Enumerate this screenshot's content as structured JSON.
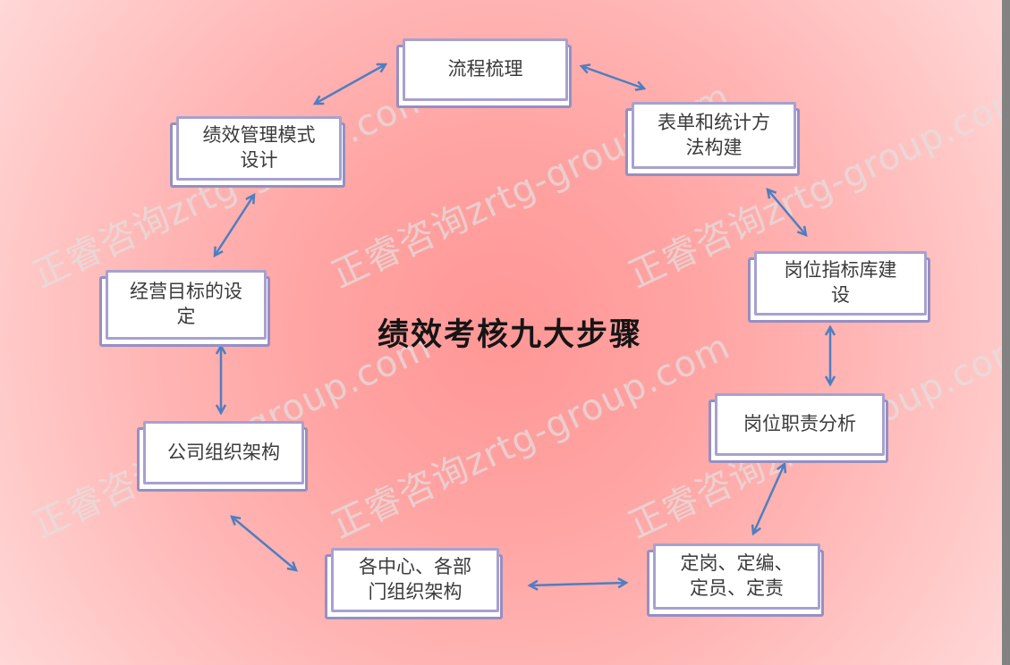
{
  "title": "绩效考核九大步骤",
  "watermark_text": "正睿咨询zrtg-group.com",
  "steps": [
    {
      "name": "流程梳理",
      "lines": [
        "流程梳理"
      ]
    },
    {
      "name": "表单和统计方法构建",
      "lines": [
        "表单和统计方",
        "法构建"
      ]
    },
    {
      "name": "岗位指标库建设",
      "lines": [
        "岗位指标库建",
        "设"
      ]
    },
    {
      "name": "岗位职责分析",
      "lines": [
        "岗位职责分析"
      ]
    },
    {
      "name": "定岗、定编、定员、定责",
      "lines": [
        "定岗、定编、",
        "定员、定责"
      ]
    },
    {
      "name": "各中心、各部门组织架构",
      "lines": [
        "各中心、各部",
        "门组织架构"
      ]
    },
    {
      "name": "公司组织架构",
      "lines": [
        "公司组织架构"
      ]
    },
    {
      "name": "经营目标的设定",
      "lines": [
        "经营目标的设",
        "定"
      ]
    },
    {
      "name": "绩效管理模式设计",
      "lines": [
        "绩效管理模式",
        "设计"
      ]
    }
  ],
  "connections": [
    {
      "from": "绩效管理模式设计",
      "to": "流程梳理",
      "bidirectional": true
    },
    {
      "from": "流程梳理",
      "to": "表单和统计方法构建",
      "bidirectional": true
    },
    {
      "from": "表单和统计方法构建",
      "to": "岗位指标库建设",
      "bidirectional": true
    },
    {
      "from": "岗位指标库建设",
      "to": "岗位职责分析",
      "bidirectional": true
    },
    {
      "from": "岗位职责分析",
      "to": "定岗、定编、定员、定责",
      "bidirectional": true
    },
    {
      "from": "定岗、定编、定员、定责",
      "to": "各中心、各部门组织架构",
      "bidirectional": true
    },
    {
      "from": "各中心、各部门组织架构",
      "to": "公司组织架构",
      "bidirectional": true
    },
    {
      "from": "公司组织架构",
      "to": "经营目标的设定",
      "bidirectional": true
    },
    {
      "from": "经营目标的设定",
      "to": "绩效管理模式设计",
      "bidirectional": true
    }
  ],
  "colors": {
    "background_center": "#ff9796",
    "background_corner": "#ffd8d7",
    "box_fill": "#ffffff",
    "box_border": "#a7a1cf",
    "box_shadow_border": "#958fc3",
    "arrow": "#4f7ec0",
    "title_text": "#151515",
    "box_text": "#3b3b3b",
    "watermark": "#e2e0df",
    "right_gutter": "#828282"
  }
}
